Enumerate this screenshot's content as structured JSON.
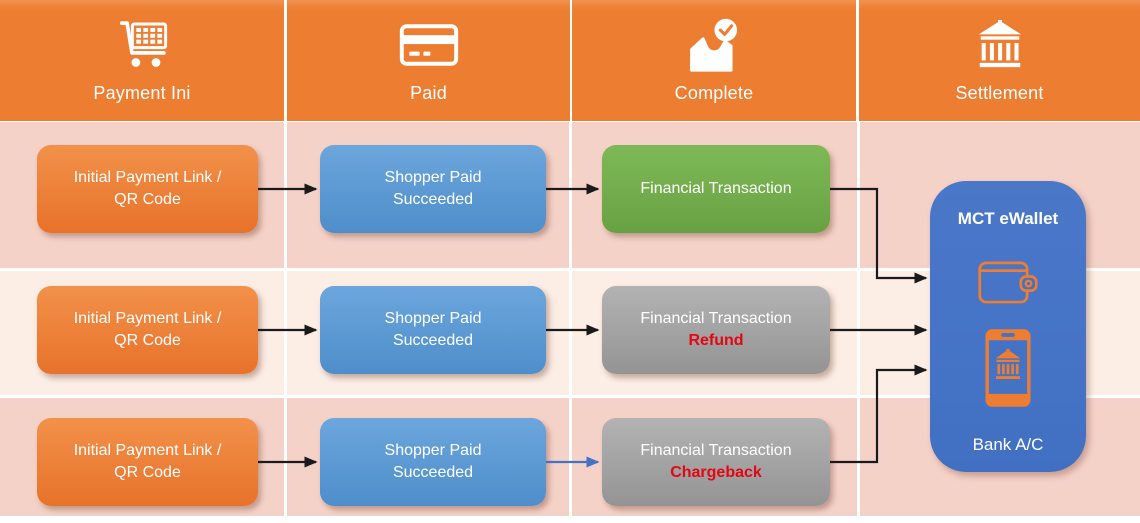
{
  "header": {
    "columns": [
      {
        "label": "Payment Ini",
        "icon": "shopping-cart-icon"
      },
      {
        "label": "Paid",
        "icon": "credit-card-icon"
      },
      {
        "label": "Complete",
        "icon": "inbox-check-icon"
      },
      {
        "label": "Settlement",
        "icon": "bank-icon"
      }
    ]
  },
  "rows": [
    {
      "initiation": {
        "line1": "Initial Payment Link /",
        "line2": "QR Code"
      },
      "paid": {
        "line1": "Shopper Paid",
        "line2": "Succeeded"
      },
      "complete": {
        "line1": "Financial Transaction",
        "line2": ""
      }
    },
    {
      "initiation": {
        "line1": "Initial Payment Link /",
        "line2": "QR Code"
      },
      "paid": {
        "line1": "Shopper Paid",
        "line2": "Succeeded"
      },
      "complete": {
        "line1": "Financial Transaction",
        "line2": "Refund"
      }
    },
    {
      "initiation": {
        "line1": "Initial Payment Link /",
        "line2": "QR Code"
      },
      "paid": {
        "line1": "Shopper Paid",
        "line2": "Succeeded"
      },
      "complete": {
        "line1": "Financial Transaction",
        "line2": "Chargeback"
      }
    }
  ],
  "settlement": {
    "title": "MCT eWallet",
    "bank_label": "Bank A/C",
    "icons": [
      "wallet-icon",
      "smartphone-bank-icon"
    ]
  },
  "colors": {
    "header_orange": "#ED7D31",
    "band_dark": "#F5D2C8",
    "band_light": "#FCEDE5",
    "node_orange": "#ED7D31",
    "node_blue": "#5B9BD5",
    "node_green": "#70AD47",
    "node_gray": "#A5A5A5",
    "settlement_blue": "#4472C4",
    "alert_red": "#E30613",
    "arrow_black": "#1A1A1A",
    "arrow_blue": "#4472C4"
  },
  "edges": [
    {
      "from": "initial-payment-link-row1",
      "to": "shopper-paid-row1",
      "style": "black"
    },
    {
      "from": "shopper-paid-row1",
      "to": "financial-transaction-row1",
      "style": "black"
    },
    {
      "from": "financial-transaction-row1",
      "to": "mct-ewallet",
      "style": "black-elbow"
    },
    {
      "from": "initial-payment-link-row2",
      "to": "shopper-paid-row2",
      "style": "black"
    },
    {
      "from": "shopper-paid-row2",
      "to": "financial-transaction-refund",
      "style": "black"
    },
    {
      "from": "financial-transaction-refund",
      "to": "mct-ewallet",
      "style": "black"
    },
    {
      "from": "initial-payment-link-row3",
      "to": "shopper-paid-row3",
      "style": "black"
    },
    {
      "from": "shopper-paid-row3",
      "to": "financial-transaction-chargeback",
      "style": "blue"
    },
    {
      "from": "financial-transaction-chargeback",
      "to": "mct-ewallet",
      "style": "black-elbow"
    }
  ]
}
